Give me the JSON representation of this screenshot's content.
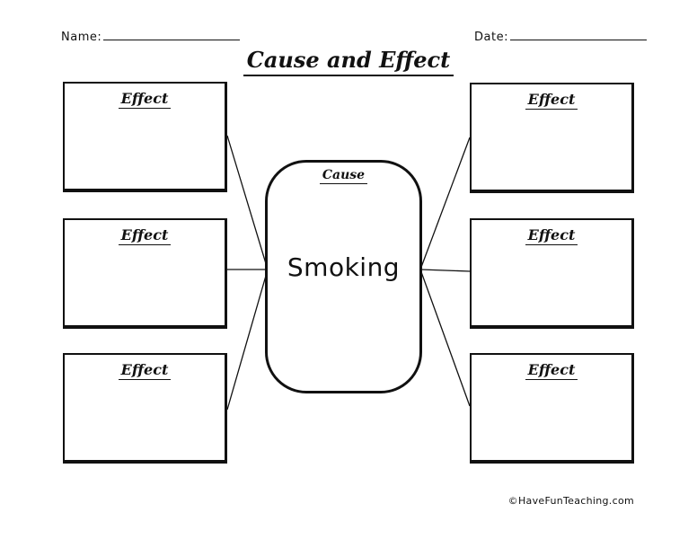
{
  "header": {
    "name_label": "Name:",
    "date_label": "Date:",
    "title": "Cause and Effect"
  },
  "cause": {
    "label": "Cause",
    "value": "Smoking"
  },
  "effects": [
    {
      "position": "top-left",
      "label": "Effect",
      "value": ""
    },
    {
      "position": "middle-left",
      "label": "Effect",
      "value": ""
    },
    {
      "position": "bottom-left",
      "label": "Effect",
      "value": ""
    },
    {
      "position": "top-right",
      "label": "Effect",
      "value": ""
    },
    {
      "position": "middle-right",
      "label": "Effect",
      "value": ""
    },
    {
      "position": "bottom-right",
      "label": "Effect",
      "value": ""
    }
  ],
  "footer": {
    "copyright": "©HaveFunTeaching.com"
  },
  "colors": {
    "ink": "#111111",
    "paper": "#ffffff"
  }
}
